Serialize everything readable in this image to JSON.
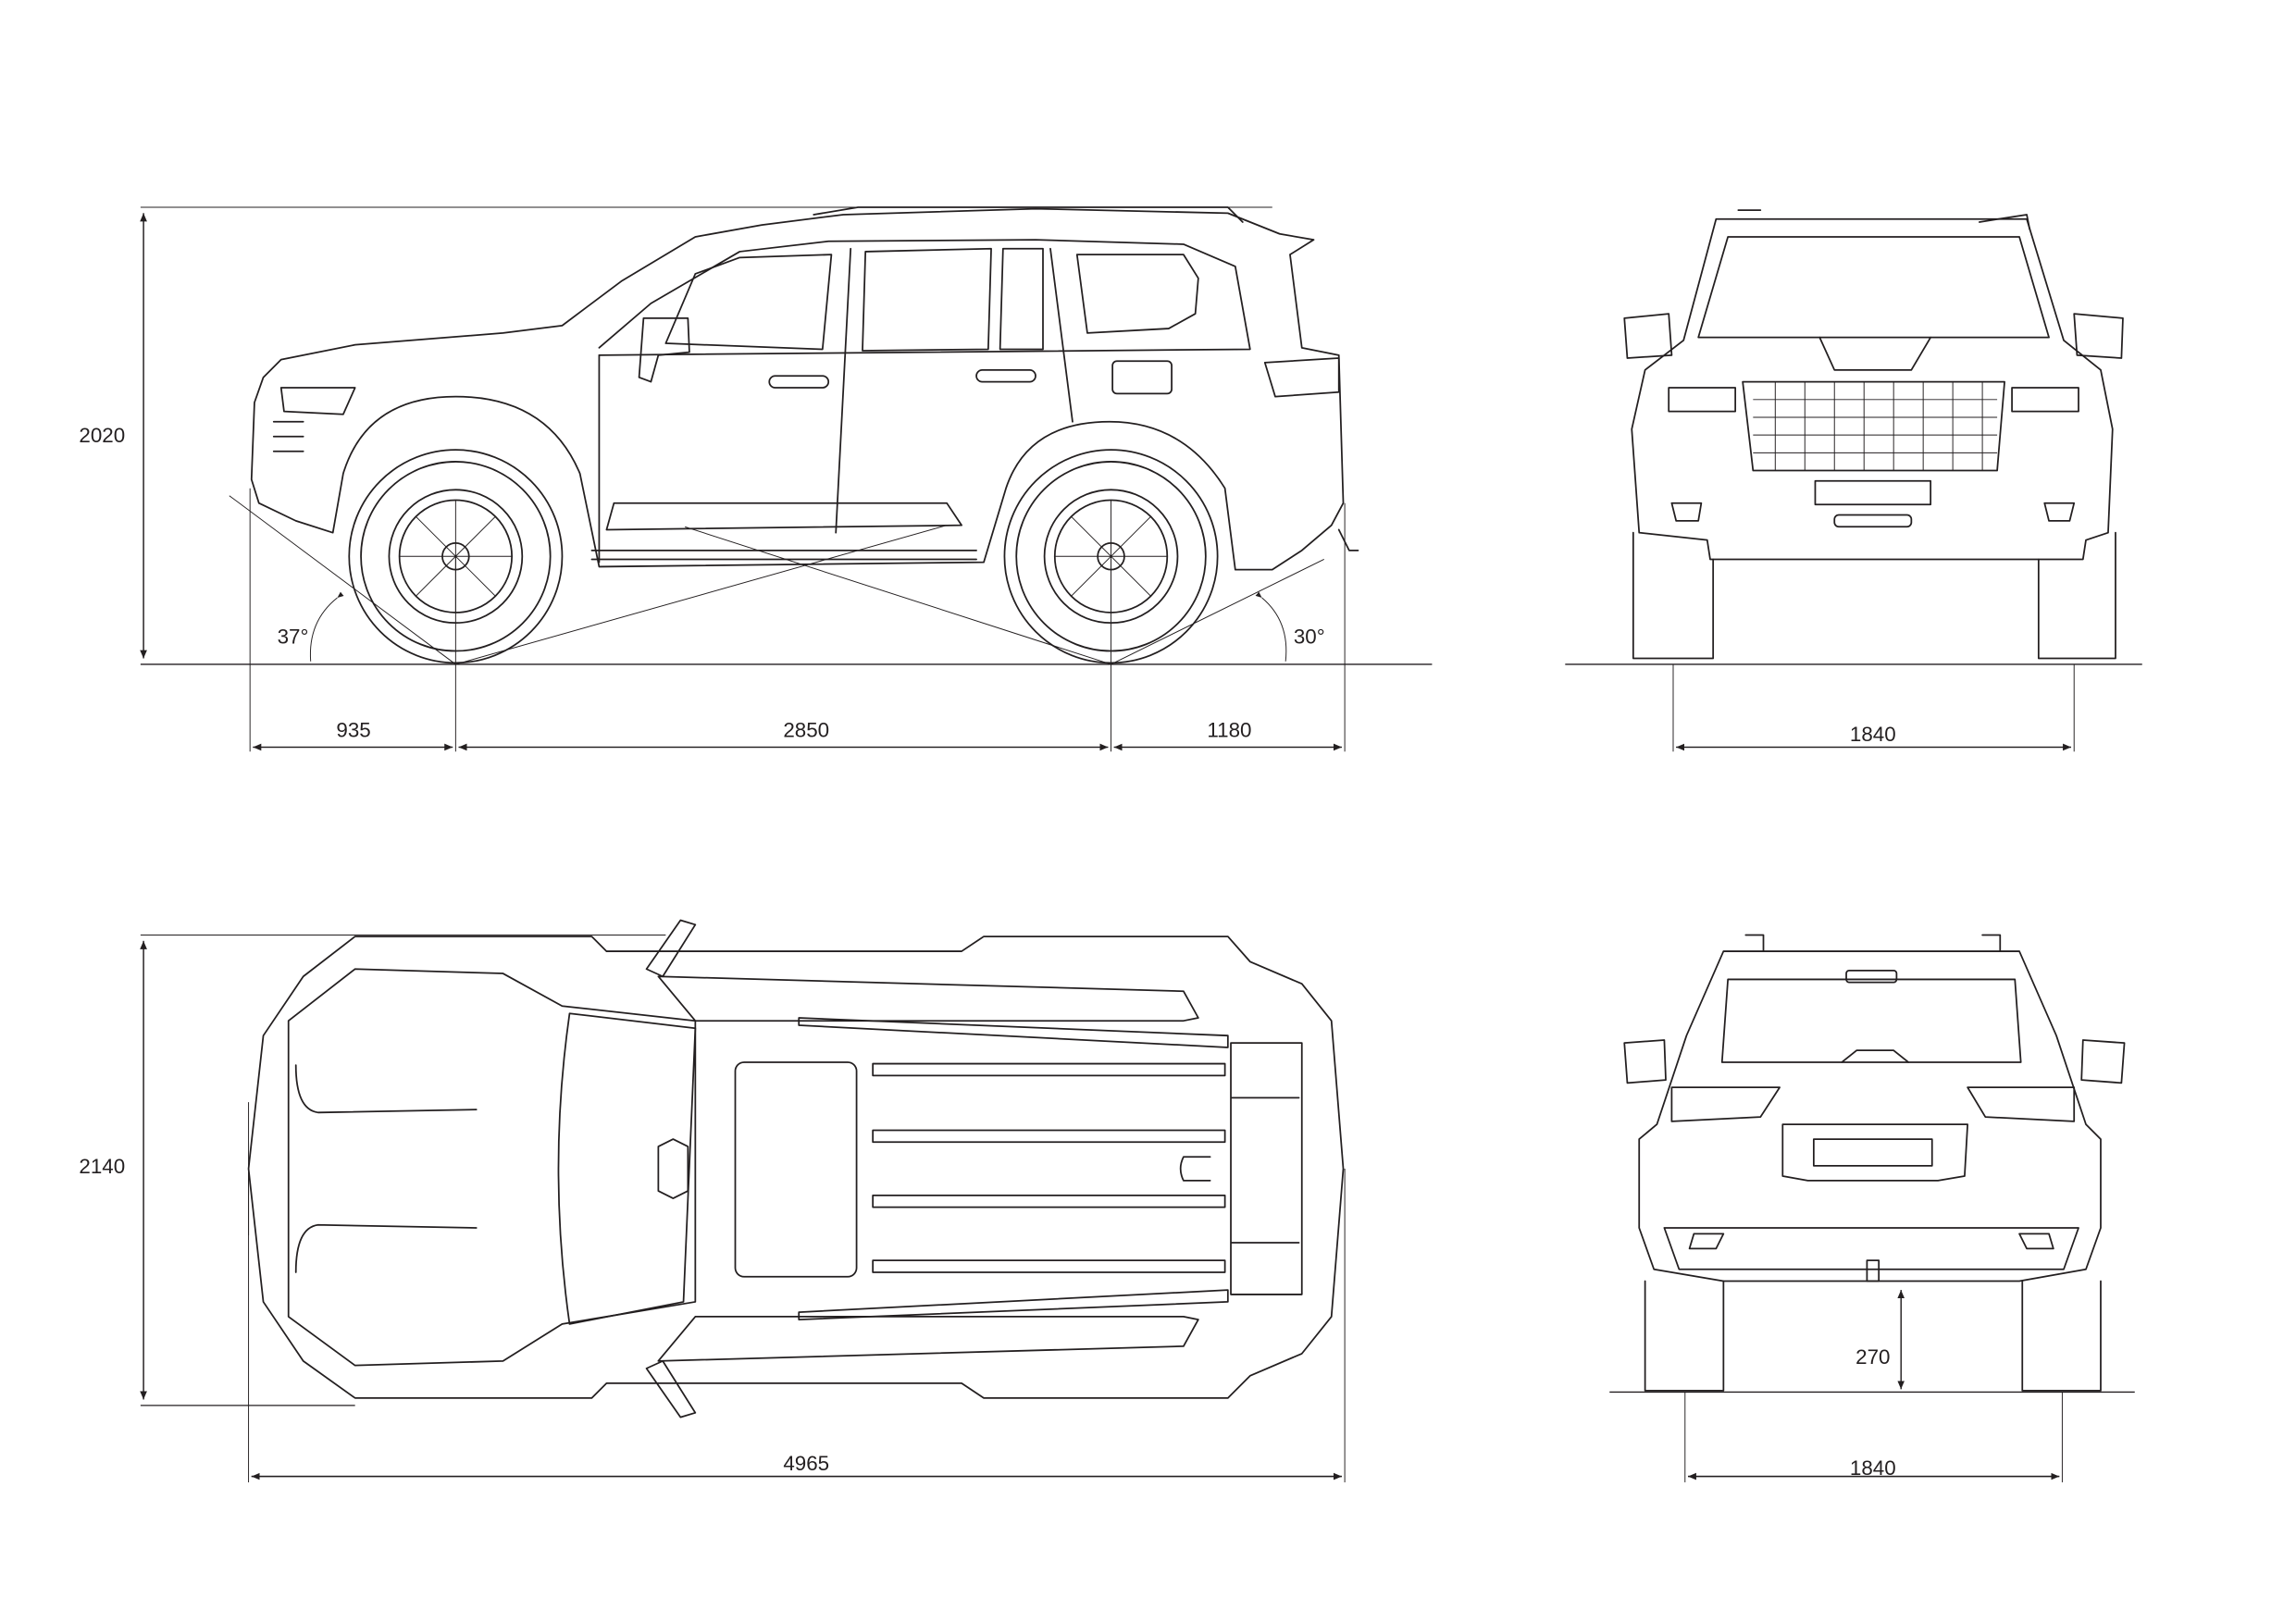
{
  "side_view": {
    "height": "2020",
    "front_overhang": "935",
    "wheelbase": "2850",
    "rear_overhang": "1180",
    "approach_angle": "37°",
    "departure_angle": "30°"
  },
  "front_view": {
    "track": "1840"
  },
  "top_view": {
    "width": "2140",
    "length": "4965"
  },
  "rear_view": {
    "ground_clearance": "270",
    "track": "1840"
  },
  "colors": {
    "line": "#231f20",
    "background": "#ffffff"
  }
}
